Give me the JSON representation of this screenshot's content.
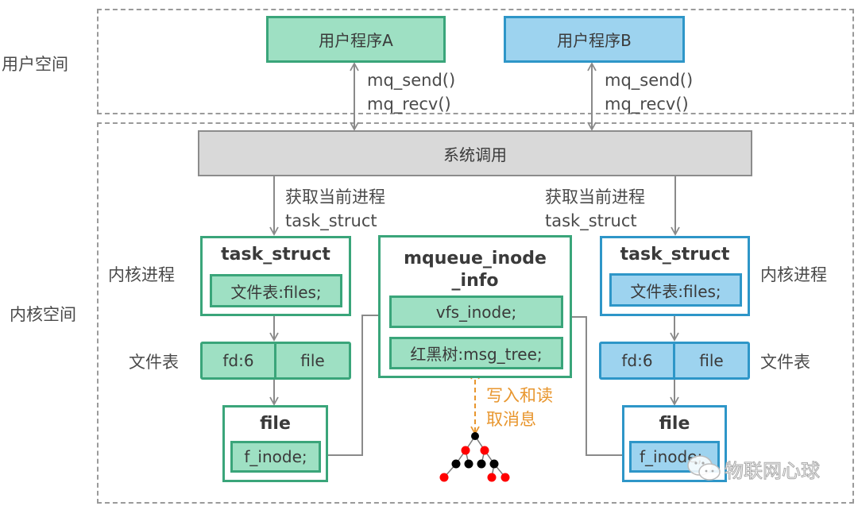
{
  "regions": {
    "user_space": "用户空间",
    "kernel_space": "内核空间"
  },
  "user_programs": {
    "a": "用户程序A",
    "b": "用户程序B"
  },
  "api_calls": {
    "left": [
      "mq_send()",
      "mq_recv()"
    ],
    "right": [
      "mq_send()",
      "mq_recv()"
    ]
  },
  "syscall": "系统调用",
  "get_current": {
    "left": [
      "获取当前进程",
      "task_struct"
    ],
    "right": [
      "获取当前进程",
      "task_struct"
    ]
  },
  "left_side": {
    "process_label": "内核进程",
    "task_struct_title": "task_struct",
    "files_field": "文件表:files;",
    "fd_table_label": "文件表",
    "fd": "fd:6",
    "file_cell": "file",
    "file_title": "file",
    "f_inode": "f_inode;"
  },
  "right_side": {
    "process_label": "内核进程",
    "task_struct_title": "task_struct",
    "files_field": "文件表:files;",
    "fd_table_label": "文件表",
    "fd": "fd:6",
    "file_cell": "file",
    "file_title": "file",
    "f_inode": "f_inode;"
  },
  "mqueue": {
    "title_line1": "mqueue_inode",
    "title_line2": "_info",
    "vfs_inode": "vfs_inode;",
    "msg_tree": "红黑树:msg_tree;"
  },
  "rw_label": [
    "写入和读",
    "取消息"
  ],
  "watermark": "物联网心球",
  "colors": {
    "green_fill": "#9ee0c3",
    "green_border": "#3aa57a",
    "blue_fill": "#9dd3ef",
    "blue_border": "#2e96c8",
    "syscall_fill": "#d9d9d9",
    "orange": "#e8962e",
    "tree_red": "#ff0000",
    "tree_black": "#000000"
  }
}
